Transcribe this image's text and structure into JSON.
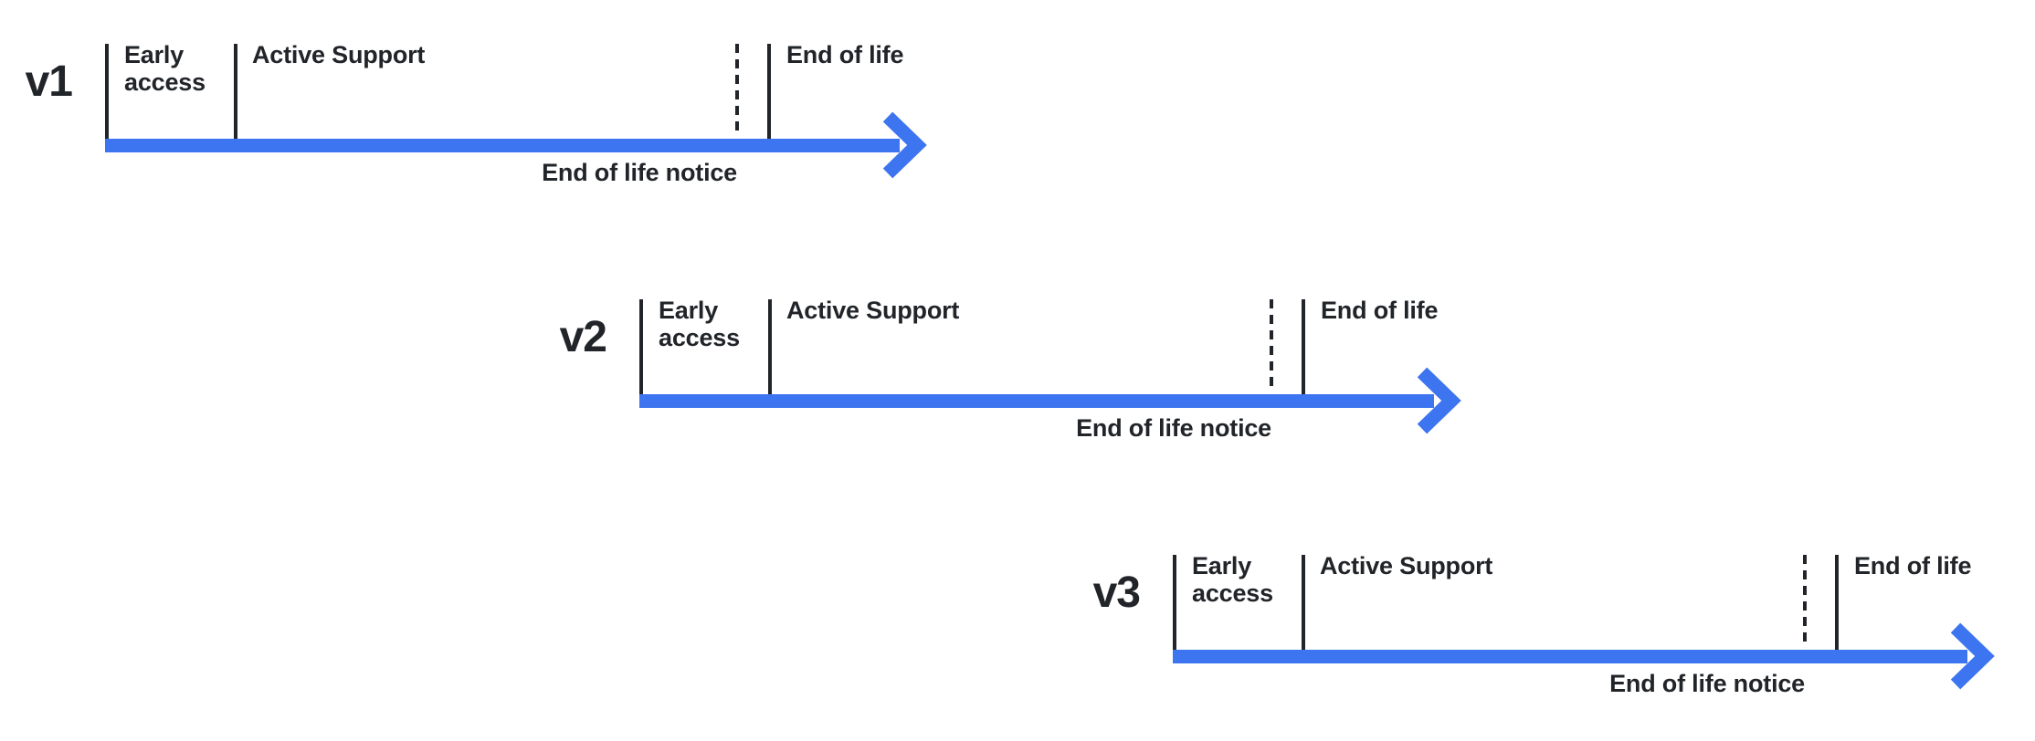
{
  "diagram": {
    "description": "Version lifecycle timelines",
    "rows": [
      {
        "version": "v1",
        "early_access": "Early access",
        "active_support": "Active Support",
        "end_of_life": "End of life",
        "end_of_life_notice": "End of life notice"
      },
      {
        "version": "v2",
        "early_access": "Early access",
        "active_support": "Active Support",
        "end_of_life": "End of life",
        "end_of_life_notice": "End of life notice"
      },
      {
        "version": "v3",
        "early_access": "Early access",
        "active_support": "Active Support",
        "end_of_life": "End of life",
        "end_of_life_notice": "End of life notice"
      }
    ],
    "colors": {
      "arrow_blue": "#3D74F0",
      "ink": "#212428",
      "background": "#FFFFFF"
    }
  }
}
